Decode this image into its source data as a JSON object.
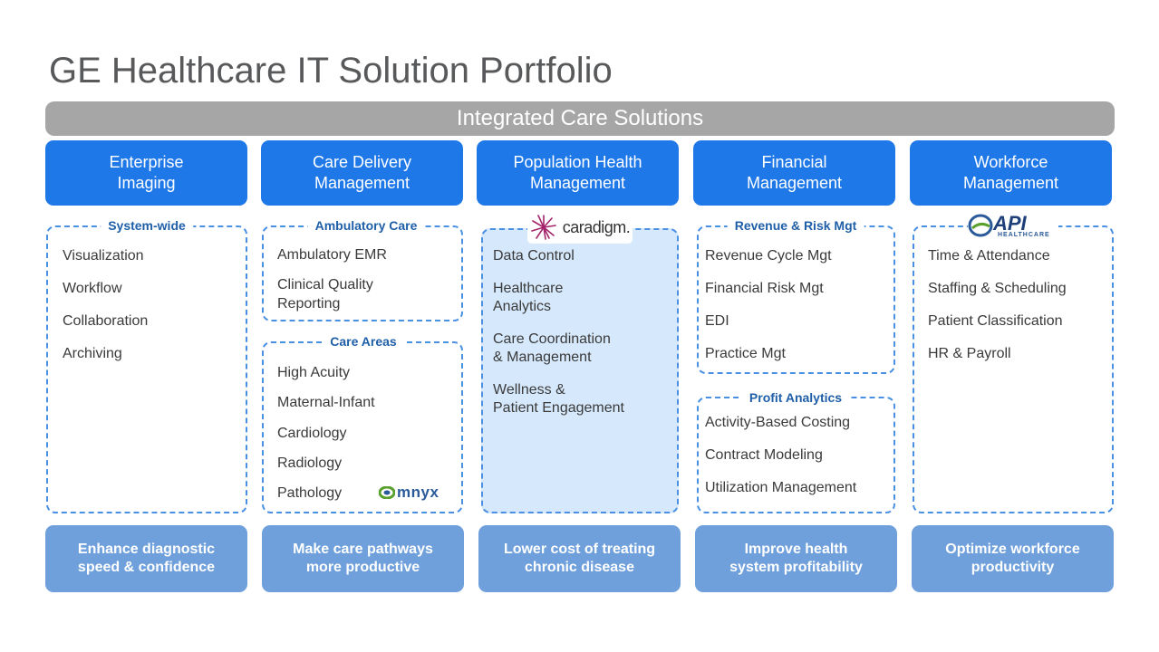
{
  "title": "GE Healthcare IT Solution Portfolio",
  "banner": "Integrated Care Solutions",
  "columns": [
    {
      "header": [
        "Enterprise",
        "Imaging"
      ],
      "footer": [
        "Enhance diagnostic",
        "speed & confidence"
      ]
    },
    {
      "header": [
        "Care Delivery",
        "Management"
      ],
      "footer": [
        "Make care pathways",
        "more productive"
      ]
    },
    {
      "header": [
        "Population Health",
        "Management"
      ],
      "footer": [
        "Lower cost of treating",
        "chronic disease"
      ]
    },
    {
      "header": [
        "Financial",
        "Management"
      ],
      "footer": [
        "Improve health",
        "system profitability"
      ]
    },
    {
      "header": [
        "Workforce",
        "Management"
      ],
      "footer": [
        "Optimize workforce",
        "productivity"
      ]
    }
  ],
  "groups": {
    "system_wide": {
      "label": "System-wide",
      "items": [
        "Visualization",
        "Workflow",
        "Collaboration",
        "Archiving"
      ]
    },
    "ambulatory": {
      "label": "Ambulatory Care",
      "items": [
        "Ambulatory EMR",
        "Clinical Quality",
        "Reporting"
      ]
    },
    "care_areas": {
      "label": "Care Areas",
      "items": [
        "High Acuity",
        "Maternal-Infant",
        "Cardiology",
        "Radiology",
        "Pathology"
      ]
    },
    "population": {
      "items": [
        "Data Control",
        "Healthcare",
        "Analytics",
        "Care Coordination",
        "& Management",
        "Wellness &",
        "Patient Engagement"
      ]
    },
    "revenue": {
      "label": "Revenue  & Risk Mgt",
      "items": [
        "Revenue Cycle Mgt",
        "Financial Risk Mgt",
        "EDI",
        "Practice Mgt"
      ]
    },
    "profit": {
      "label": "Profit Analytics",
      "items": [
        "Activity-Based Costing",
        "Contract Modeling",
        "Utilization Management"
      ]
    },
    "workforce": {
      "items": [
        "Time & Attendance",
        "Staffing & Scheduling",
        "Patient Classification",
        "HR & Payroll"
      ]
    }
  },
  "logos": {
    "caradigm": "caradigm.",
    "api": "API",
    "api_sub": "HEALTHCARE",
    "omnyx": "mnyx"
  },
  "colors": {
    "header": "#1f78e8",
    "footer": "#6fa0dc",
    "banner": "#a6a6a6",
    "dashed_border": "#4a90e2",
    "filled_box": "#d6e8fb"
  }
}
